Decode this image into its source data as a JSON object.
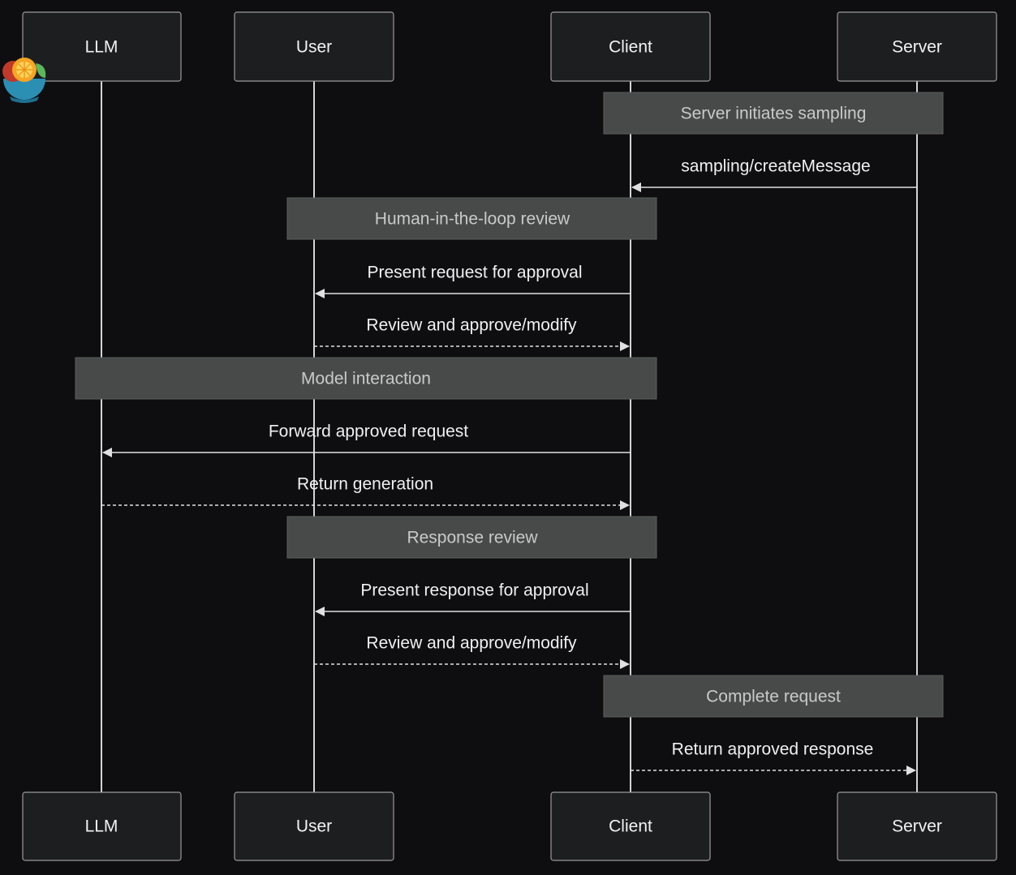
{
  "participants": [
    {
      "id": "llm",
      "label": "LLM"
    },
    {
      "id": "user",
      "label": "User"
    },
    {
      "id": "client",
      "label": "Client"
    },
    {
      "id": "server",
      "label": "Server"
    }
  ],
  "logo_icon": "fruit-bowl-icon",
  "notes": [
    {
      "label": "Server initiates sampling"
    },
    {
      "label": "Human-in-the-loop review"
    },
    {
      "label": "Model interaction"
    },
    {
      "label": "Response review"
    },
    {
      "label": "Complete request"
    }
  ],
  "messages": [
    {
      "label": "sampling/createMessage",
      "from": "server",
      "to": "client",
      "style": "solid"
    },
    {
      "label": "Present request for approval",
      "from": "client",
      "to": "user",
      "style": "solid"
    },
    {
      "label": "Review and approve/modify",
      "from": "user",
      "to": "client",
      "style": "dashed"
    },
    {
      "label": "Forward approved request",
      "from": "client",
      "to": "llm",
      "style": "solid"
    },
    {
      "label": "Return generation",
      "from": "llm",
      "to": "client",
      "style": "dashed"
    },
    {
      "label": "Present response for approval",
      "from": "client",
      "to": "user",
      "style": "solid"
    },
    {
      "label": "Review and approve/modify",
      "from": "user",
      "to": "client",
      "style": "dashed"
    },
    {
      "label": "Return approved response",
      "from": "client",
      "to": "server",
      "style": "dashed"
    }
  ]
}
